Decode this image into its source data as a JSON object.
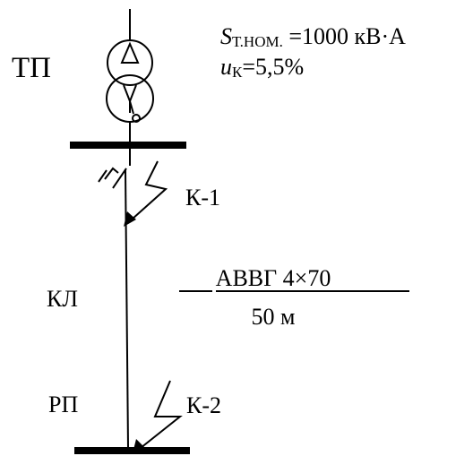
{
  "substation": {
    "label": "ТП",
    "rating_symbol": "S",
    "rating_subscript": "Т.НОМ.",
    "rating_value": " =1000 кВ·А",
    "uk_symbol": "u",
    "uk_subscript": "К",
    "uk_value": "=5,5%"
  },
  "faults": {
    "k1": "К-1",
    "k2": "К-2"
  },
  "line": {
    "label": "КЛ",
    "cable_type": "АВВГ 4×70",
    "length": "50 м"
  },
  "distribution_point": {
    "label": "РП"
  },
  "colors": {
    "stroke": "#000000",
    "background": "#ffffff"
  }
}
